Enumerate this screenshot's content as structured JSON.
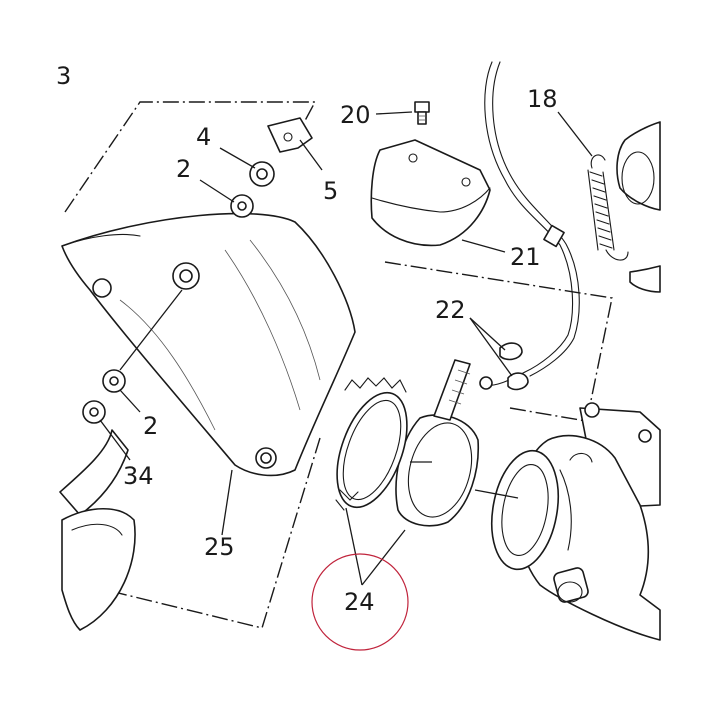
{
  "diagram": {
    "callouts": [
      {
        "id": "label-3",
        "text": "3"
      },
      {
        "id": "label-20",
        "text": "20"
      },
      {
        "id": "label-18",
        "text": "18"
      },
      {
        "id": "label-4",
        "text": "4"
      },
      {
        "id": "label-2-top",
        "text": "2"
      },
      {
        "id": "label-5",
        "text": "5"
      },
      {
        "id": "label-21",
        "text": "21"
      },
      {
        "id": "label-22",
        "text": "22"
      },
      {
        "id": "label-2-bottom",
        "text": "2"
      },
      {
        "id": "label-34",
        "text": "34"
      },
      {
        "id": "label-25",
        "text": "25"
      },
      {
        "id": "label-24",
        "text": "24"
      }
    ],
    "highlight_color": "#c0243c"
  }
}
